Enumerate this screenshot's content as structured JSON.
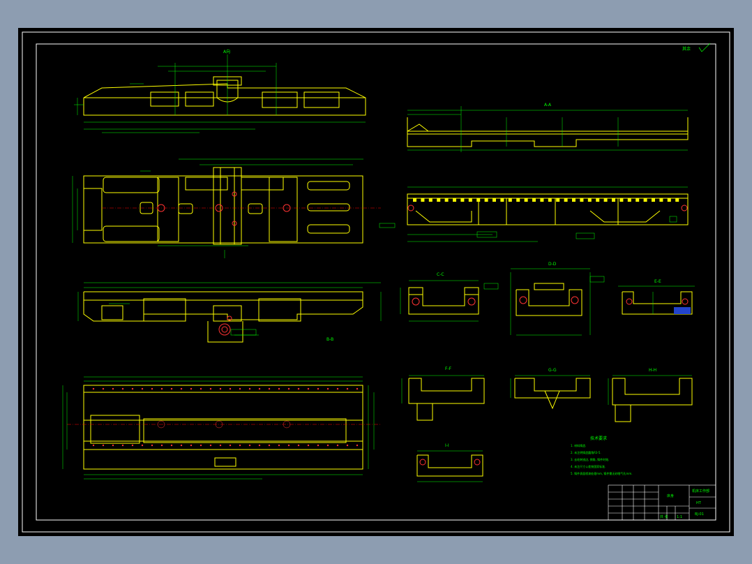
{
  "app": {
    "title": "CAD drawing viewer"
  },
  "colors": {
    "background": "#8d9db1",
    "sheet": "#000000",
    "outline": "#ffff00",
    "dimension": "#00ff00",
    "border": "#ffffff",
    "centerline": "#ff0000",
    "hole": "#ff3333",
    "hidden": "#3355ff"
  },
  "notes": {
    "heading": "技术要求",
    "items": [
      "1. 材料铸造.",
      "2. 未注明铸造圆角R3-5.",
      "3. 去毛刺锐边, 倒角, 铸件时效.",
      "4. 未注尺寸公差按国家标准.",
      "5. 铸件表面喷漆处理mm, 铸件需无砂眼气孔mm."
    ]
  },
  "title_block": {
    "drawing_name": "床身",
    "company": "机床工作部",
    "material": "HT",
    "code": "BJ-01",
    "scale": "1:1",
    "sheet": "共 张"
  },
  "roughness_note": "其余",
  "view_labels": {
    "a": "A-A",
    "b": "B-B",
    "c": "C-C",
    "d": "D-D",
    "e": "E-E",
    "f": "F-F",
    "g": "G-G",
    "h": "H-H",
    "i": "I-I",
    "top": "A向"
  }
}
